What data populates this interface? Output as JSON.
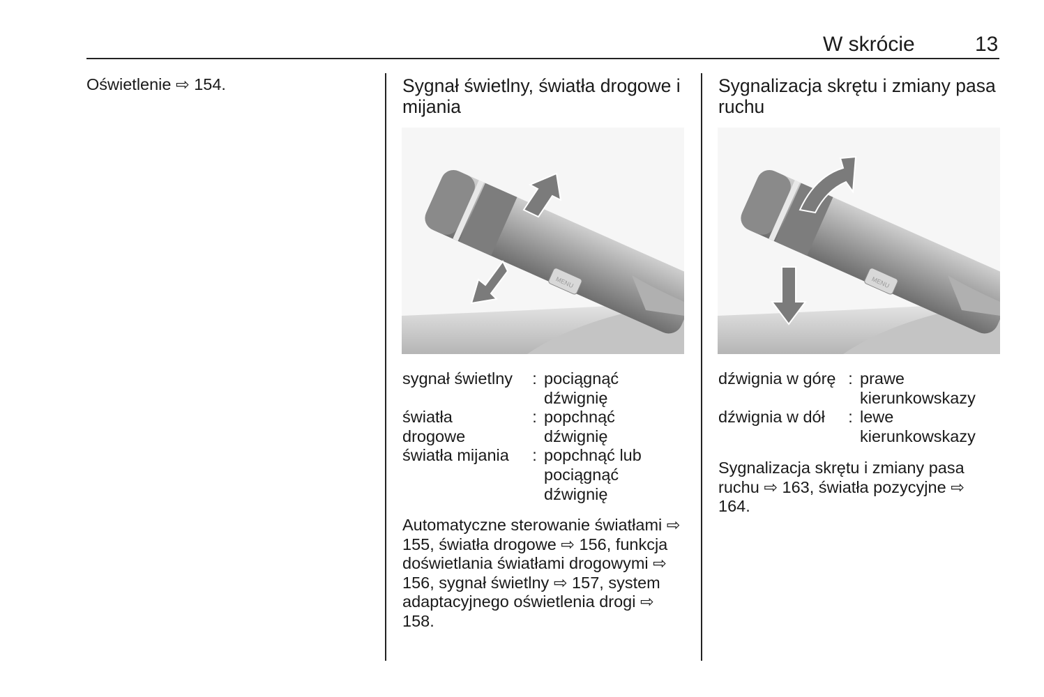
{
  "header": {
    "section": "W skrócie",
    "page_number": "13"
  },
  "col1": {
    "text": "Oświetlenie ⇨ 154."
  },
  "col2": {
    "heading": "Sygnał świetlny, światła drogowe i mijania",
    "illustration": {
      "button_label": "MENU"
    },
    "definitions": [
      {
        "term": "sygnał świetlny",
        "value": "pociągnąć dźwignię"
      },
      {
        "term": "światła drogowe",
        "value": "popchnąć dźwignię"
      },
      {
        "term": "światła mijania",
        "value": "popchnąć lub pociągnąć dźwignię"
      }
    ],
    "paragraph": "Automatyczne sterowanie światłami ⇨ 155, światła drogowe ⇨ 156, funkcja doświetlania światłami drogowymi ⇨ 156, sygnał świetlny ⇨ 157, system adaptacyjnego oświetlenia drogi ⇨ 158."
  },
  "col3": {
    "heading": "Sygnalizacja skrętu i zmiany pasa ruchu",
    "illustration": {
      "button_label": "MENU"
    },
    "definitions": [
      {
        "term": "dźwignia w górę",
        "value": "prawe kierunkowskazy"
      },
      {
        "term": "dźwignia w dół",
        "value": "lewe kierunkowskazy"
      }
    ],
    "paragraph": "Sygnalizacja skrętu i zmiany pasa ruchu ⇨ 163, światła pozycyjne ⇨ 164."
  },
  "separator": ":"
}
